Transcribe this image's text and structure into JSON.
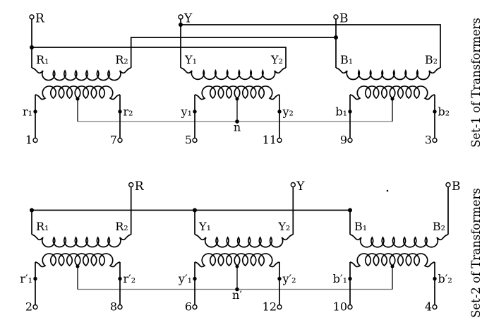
{
  "colors": {
    "wire": "#000000",
    "neutral_wire": "#7a7a7a",
    "background": "#ffffff",
    "text": "#000000"
  },
  "sets": [
    {
      "side_label": "Set-1 of Transformers",
      "neutral_label": "n",
      "phases": [
        {
          "line_label": "R",
          "primary_start": "R₁",
          "primary_end": "R₂",
          "secondary_start": "r₁",
          "secondary_end": "r₂",
          "terminal_start": "1",
          "terminal_end": "7"
        },
        {
          "line_label": "Y",
          "primary_start": "Y₁",
          "primary_end": "Y₂",
          "secondary_start": "y₁",
          "secondary_end": "y₂",
          "terminal_start": "5",
          "terminal_end": "11"
        },
        {
          "line_label": "B",
          "primary_start": "B₁",
          "primary_end": "B₂",
          "secondary_start": "b₁",
          "secondary_end": "b₂",
          "terminal_start": "9",
          "terminal_end": "3"
        }
      ]
    },
    {
      "side_label": "Set-2 of Transformers",
      "neutral_label": "n′",
      "phases": [
        {
          "line_label": "R",
          "primary_start": "R₁",
          "primary_end": "R₂",
          "secondary_start": "r′₁",
          "secondary_end": "r′₂",
          "terminal_start": "2",
          "terminal_end": "8"
        },
        {
          "line_label": "Y",
          "primary_start": "Y₁",
          "primary_end": "Y₂",
          "secondary_start": "y′₁",
          "secondary_end": "y′₂",
          "terminal_start": "6",
          "terminal_end": "12"
        },
        {
          "line_label": "B",
          "primary_start": "B₁",
          "primary_end": "B₂",
          "secondary_start": "b′₁",
          "secondary_end": "b′₂",
          "terminal_start": "10",
          "terminal_end": "4"
        }
      ]
    }
  ]
}
